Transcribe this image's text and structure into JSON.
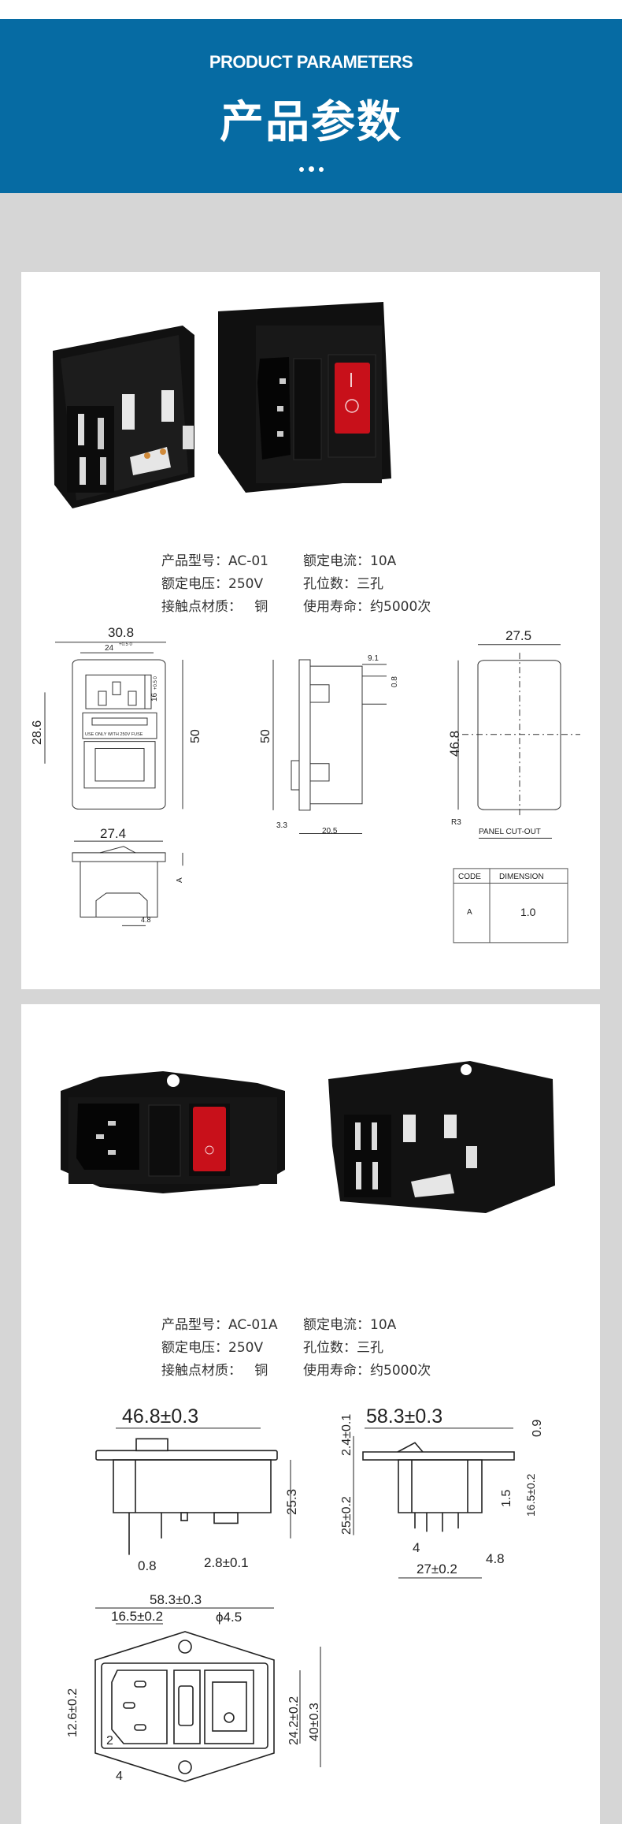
{
  "header": {
    "title_en": "PRODUCT PARAMETERS",
    "title_cn": "产品参数"
  },
  "colors": {
    "header_bg": "#066ba3",
    "page_bg": "#d6d6d6",
    "switch_red": "#c8101a"
  },
  "products": [
    {
      "specs": {
        "model": "产品型号：AC-01",
        "current": "额定电流：10A",
        "voltage": "额定电压：250V",
        "holes": "孔位数：三孔",
        "material": "接触点材质：   铜",
        "life": "使用寿命：约5000次"
      },
      "drawing": {
        "front_width": "30.8",
        "inlet_width": "24",
        "inlet_width_tol": "+0.5 0",
        "inlet_height": "16",
        "inlet_height_tol": "+0.5 0",
        "height_left": "28.6",
        "height_right": "50",
        "fuse_label": "USE ONLY WITH 250V FUSE",
        "side_height": "50",
        "side_pin": "9.1",
        "side_pin_thk": "0.8",
        "side_flange": "3.3",
        "side_depth": "20.5",
        "cutout_width": "27.5",
        "cutout_height": "46.8",
        "cutout_radius": "R3",
        "cutout_label": "PANEL CUT-OUT",
        "bottom_width": "27.4",
        "bottom_dim_a": "A",
        "bottom_pin": "4.8",
        "table": {
          "col1": "CODE",
          "col2": "DIMENSION",
          "code": "A",
          "value": "1.0"
        }
      }
    },
    {
      "specs": {
        "model": "产品型号：AC-01A",
        "current": "额定电流：10A",
        "voltage": "额定电压：250V",
        "holes": "孔位数：三孔",
        "material": "接触点材质：   铜",
        "life": "使用寿命：约5000次"
      },
      "drawing": {
        "side_width": "46.8±0.3",
        "side_height": "25.3",
        "side_pin": "0.8",
        "side_pitch": "2.8±0.1",
        "end_width": "58.3±0.3",
        "end_flange": "2.4±0.1",
        "end_body": "25±0.2",
        "end_top": "0.9",
        "end_mid": "1.5",
        "end_right": "16.5±0.2",
        "end_pin": "4",
        "end_pin2": "4.8",
        "end_base": "27±0.2",
        "front_width": "58.3±0.3",
        "front_inlet": "16.5±0.2",
        "front_hole": "ϕ4.5",
        "front_pin_span": "12.6±0.2",
        "front_corner": "2",
        "front_pin": "4",
        "front_window": "24.2±0.2",
        "front_height": "40±0.3"
      }
    }
  ]
}
